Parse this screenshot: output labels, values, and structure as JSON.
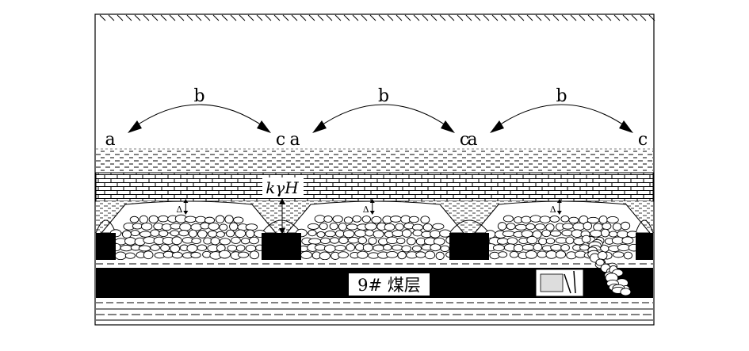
{
  "arches": [
    {
      "left_label": "a",
      "top_label": "b",
      "right_label": "c"
    },
    {
      "left_label": "a",
      "top_label": "b",
      "right_label": "c"
    },
    {
      "left_label": "a",
      "top_label": "b",
      "right_label": "c"
    }
  ],
  "load_label": "kγH",
  "gap_label": "Δ",
  "seam_label": "9# 煤层"
}
